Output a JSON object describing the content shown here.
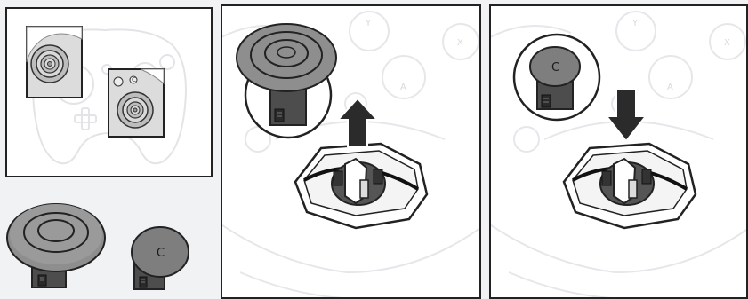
{
  "figure": {
    "colors": {
      "outline": "#222222",
      "faint_line": "#e6e7ea",
      "stick_top": "#8a8a8a",
      "stick_dark": "#4a4a4a",
      "cap_grey": "#7c7c7c",
      "arrow": "#2b2b2b",
      "background": "#f1f2f4"
    },
    "icons": [
      "control-stick-cap-icon",
      "c-stick-cap-icon",
      "up-arrow-icon",
      "down-arrow-icon",
      "gamepad-outline-icon"
    ],
    "labels": {
      "c_stick_cap_letter": "C",
      "c_stick_cap_letter_parts": "C",
      "button_a": "A",
      "button_y": "Y",
      "button_x": "X",
      "overview_c_letter": "C"
    },
    "steps": [
      {
        "direction": "up"
      },
      {
        "direction": "down"
      }
    ]
  }
}
